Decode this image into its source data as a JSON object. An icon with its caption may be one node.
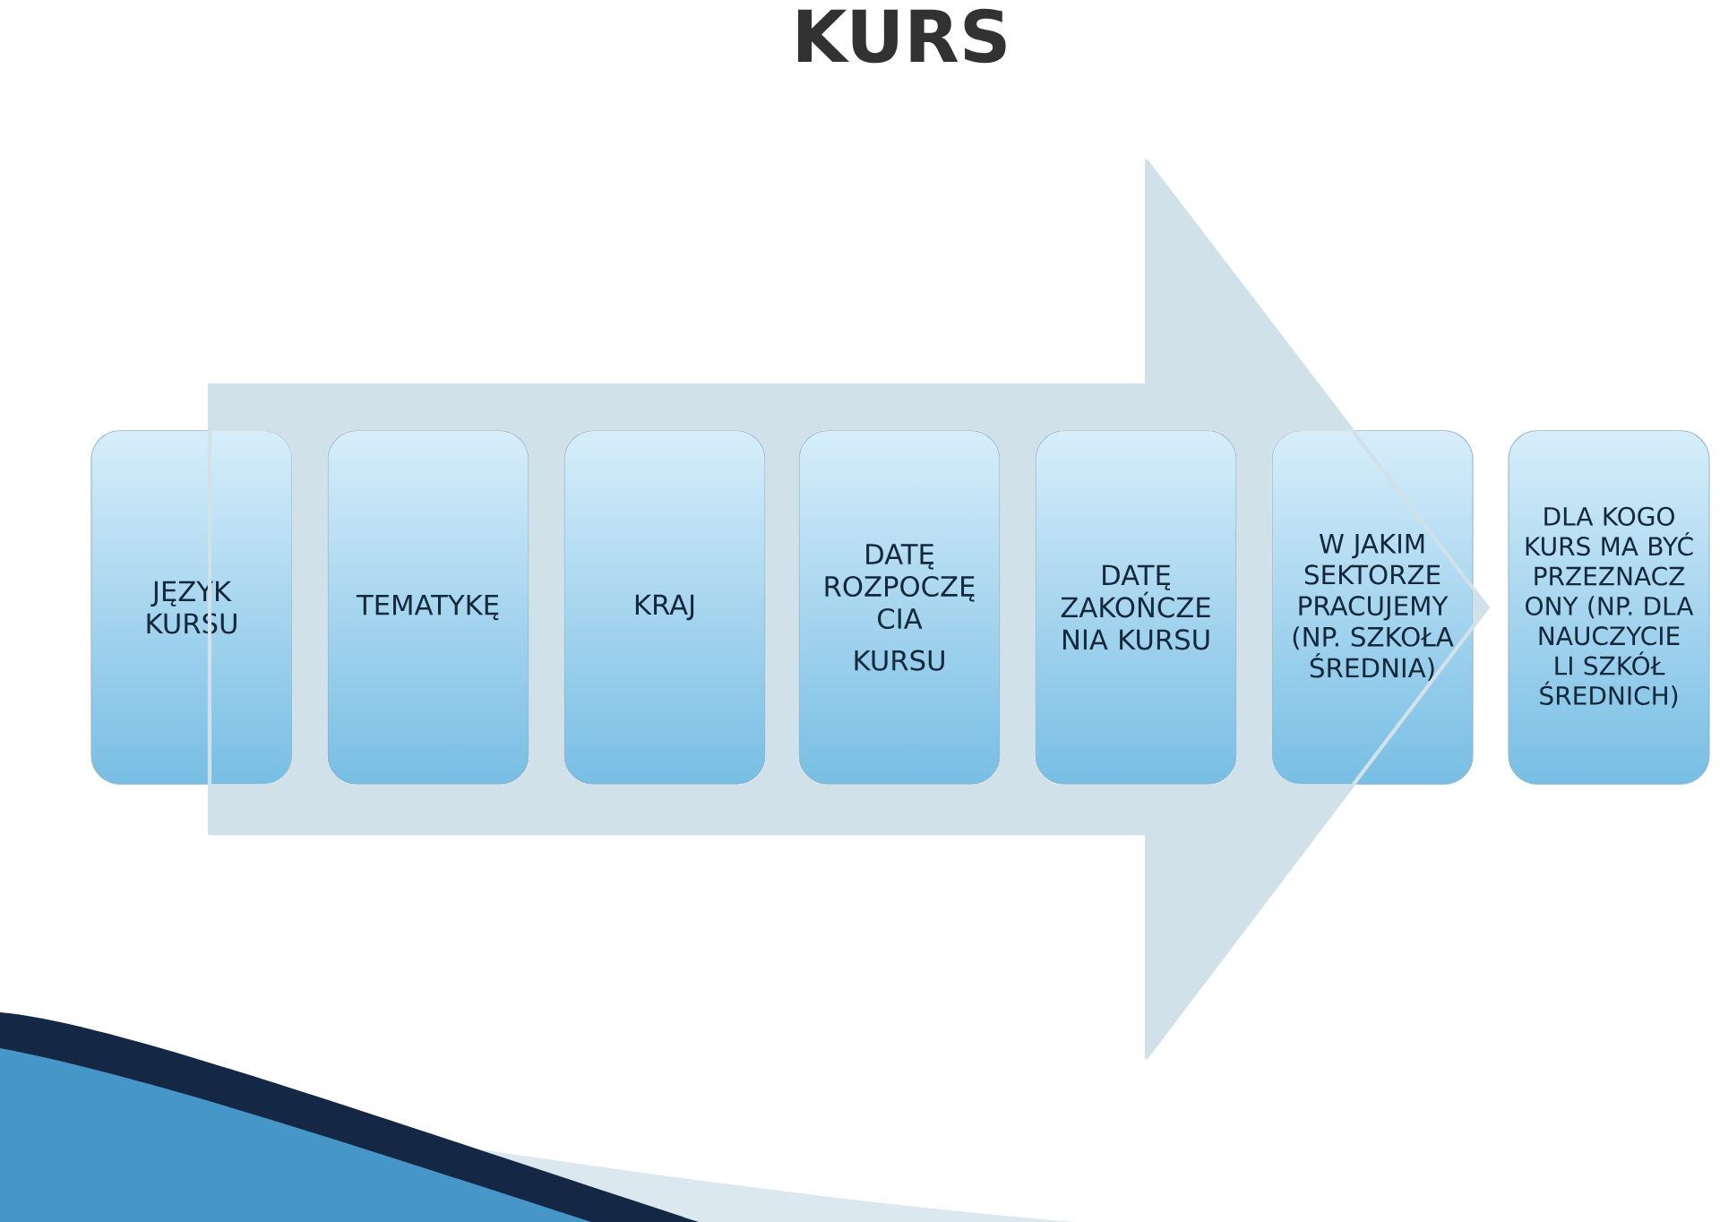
{
  "diagram": {
    "title": "KURS",
    "nodes": [
      {
        "text": [
          "JĘZYK KURSU"
        ]
      },
      {
        "text": [
          "TEMATYKĘ"
        ]
      },
      {
        "text": [
          "KRAJ"
        ]
      },
      {
        "text": [
          "DATĘ ROZPOCZĘ CIA",
          "KURSU"
        ]
      },
      {
        "text": [
          "DATĘ ZAKOŃCZE NIA KURSU"
        ]
      },
      {
        "text": [
          "W JAKIM SEKTORZE PRACUJEMY (NP. SZKOŁA ŚREDNIA)"
        ]
      },
      {
        "text": [
          "DLA KOGO KURS MA BYĆ PRZEZNACZ ONY (NP. DLA NAUCZYCIE LI SZKÓŁ ŚREDNICH)"
        ]
      }
    ],
    "edges": [
      {
        "from": 0,
        "to": 5,
        "arrow": "to",
        "style": "thick"
      }
    ]
  }
}
